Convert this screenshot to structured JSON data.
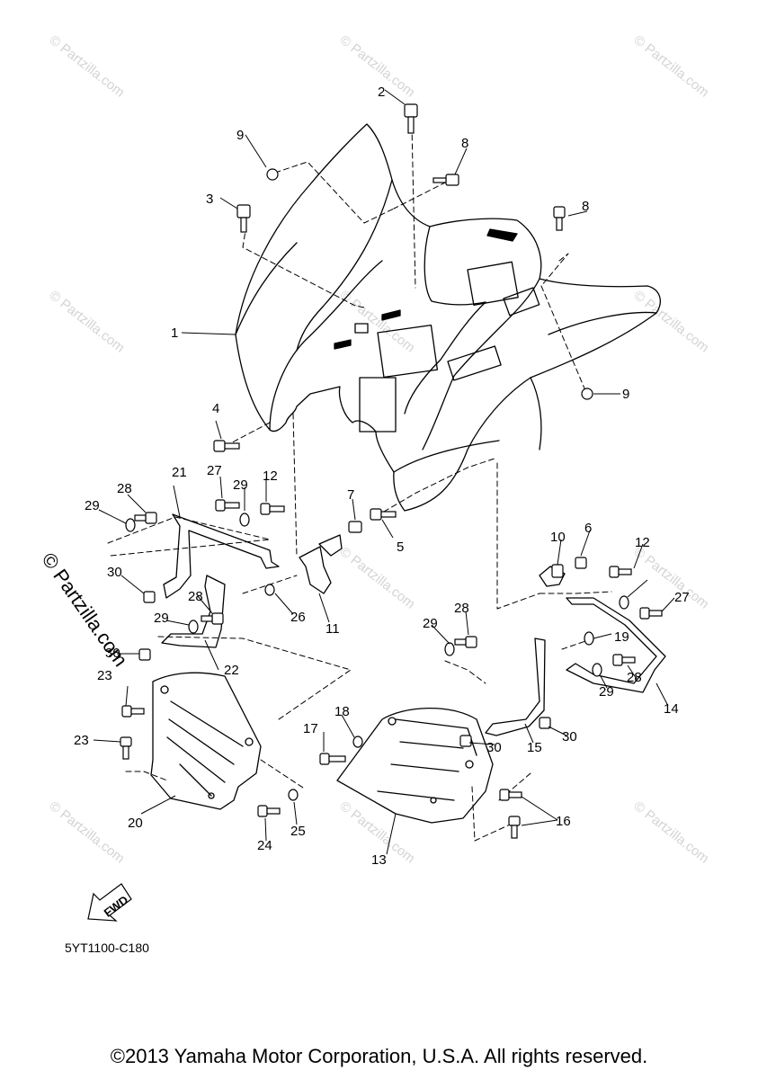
{
  "diagram": {
    "code": "5YT1100-C180",
    "copyright": "©2013 Yamaha Motor Corporation, U.S.A. All rights reserved.",
    "fwd_label": "FWD",
    "watermark": "© Partzilla.com",
    "callouts": [
      "1",
      "2",
      "3",
      "4",
      "5",
      "6",
      "7",
      "8",
      "8",
      "9",
      "9",
      "10",
      "11",
      "12",
      "12",
      "13",
      "14",
      "15",
      "16",
      "17",
      "18",
      "19",
      "20",
      "21",
      "22",
      "23",
      "23",
      "24",
      "25",
      "26",
      "27",
      "27",
      "28",
      "28",
      "28",
      "28",
      "29",
      "29",
      "29",
      "29",
      "29",
      "30",
      "30",
      "30",
      "30"
    ]
  }
}
